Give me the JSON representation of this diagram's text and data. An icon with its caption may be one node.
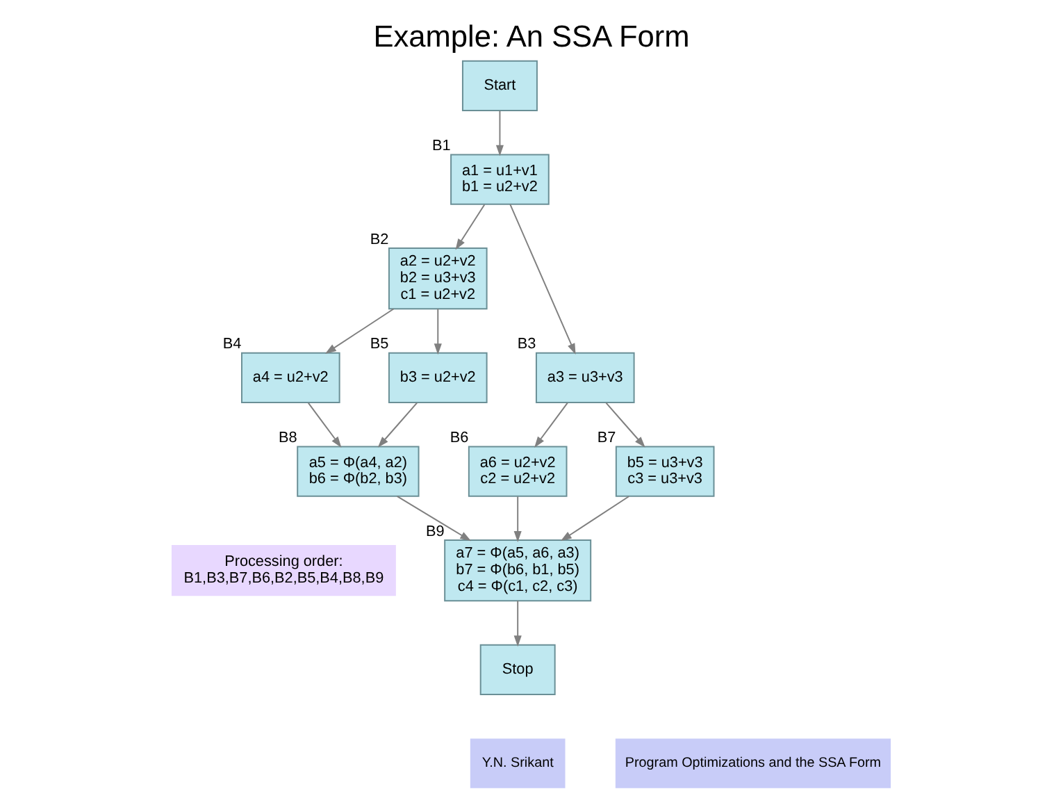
{
  "diagram": {
    "title": "Example: An SSA Form",
    "nodes": [
      {
        "text": [
          "Start"
        ]
      },
      {
        "text": [
          "a1 = u1+v1 b1 = u2+v2"
        ],
        "beside": [
          "B1"
        ]
      },
      {
        "text": [
          "a2 = u2+v2 b2 = u3+v3 c1 = u2+v2"
        ],
        "beside": [
          "B2"
        ]
      },
      {
        "text": [
          "a3 = u3+v3"
        ],
        "beside": [
          "B3"
        ]
      },
      {
        "text": [
          "a4 = u2+v2"
        ],
        "beside": [
          "B4"
        ]
      },
      {
        "text": [
          "b3 = u2+v2"
        ],
        "beside": [
          "B5"
        ]
      },
      {
        "text": [
          "a6 = u2+v2 c2 = u2+v2"
        ],
        "beside": [
          "B6"
        ]
      },
      {
        "text": [
          "b5 = u3+v3 c3 = u3+v3"
        ],
        "beside": [
          "B7"
        ]
      },
      {
        "text": [
          "a5 = Φ(a4, a2) b6 = Φ(b2, b3)"
        ],
        "beside": [
          "B8"
        ]
      },
      {
        "text": [
          "a7 = Φ(a5, a6, a3) b7 = Φ(b6, b1, b5) c4 = Φ(c1, c2, c3)"
        ],
        "beside": [
          "B9"
        ]
      },
      {
        "text": [
          "Processing order: B1,B3,B7,B6,B2,B5,B4,B8,B9"
        ]
      },
      {
        "text": [
          "Stop"
        ]
      }
    ],
    "edges": [
      {
        "from": 0,
        "to": 1,
        "arrow": "to"
      },
      {
        "from": 1,
        "to": 2,
        "arrow": "to"
      },
      {
        "from": 1,
        "to": 3,
        "arrow": "to"
      },
      {
        "from": 2,
        "to": 4,
        "arrow": "to"
      },
      {
        "from": 2,
        "to": 5,
        "arrow": "to"
      },
      {
        "from": 3,
        "to": 6,
        "arrow": "to"
      },
      {
        "from": 3,
        "to": 7,
        "arrow": "to"
      },
      {
        "from": 4,
        "to": 8,
        "arrow": "to"
      },
      {
        "from": 5,
        "to": 8,
        "arrow": "to"
      },
      {
        "from": 8,
        "to": 9,
        "arrow": "to"
      },
      {
        "from": 6,
        "to": 9,
        "arrow": "to"
      },
      {
        "from": 7,
        "to": 9,
        "arrow": "to"
      },
      {
        "from": 9,
        "to": 11,
        "arrow": "to"
      }
    ],
    "labels": [
      "Y.N. Srikant",
      "Program Optimizations and the SSA Form"
    ]
  }
}
